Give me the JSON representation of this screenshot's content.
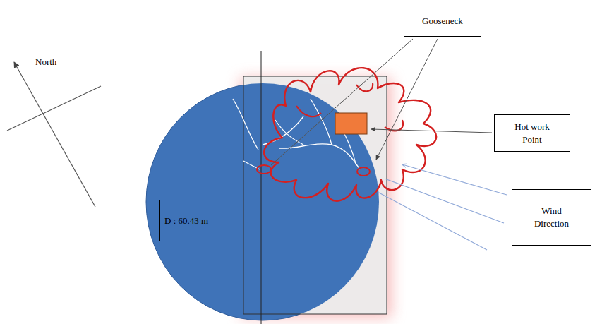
{
  "diagram": {
    "nodes": [
      {
        "text": [
          "Gooseneck"
        ]
      },
      {
        "text": [
          "Hot work Point"
        ]
      },
      {
        "text": [
          "D : 60.43 m"
        ]
      },
      {
        "text": [
          "Wind Direction"
        ]
      }
    ],
    "labels": [
      "North"
    ]
  }
}
